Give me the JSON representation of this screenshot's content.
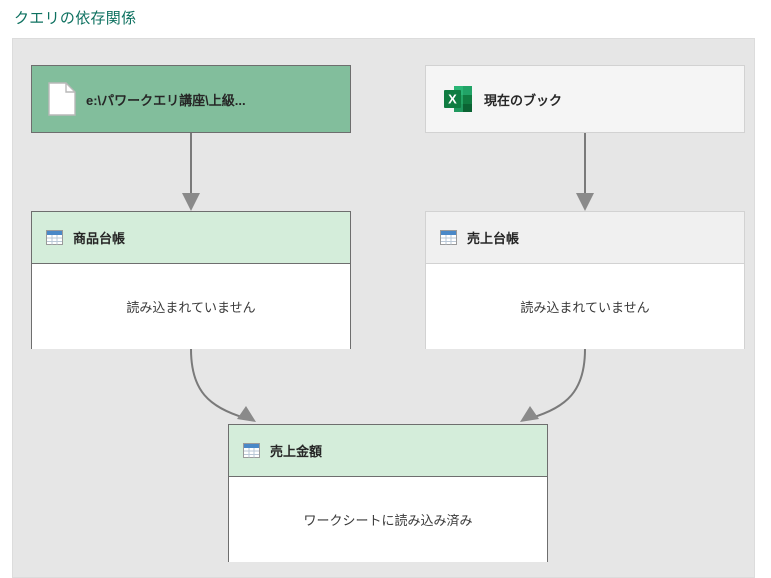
{
  "page": {
    "title": "クエリの依存関係",
    "title_color": "#0e7160",
    "canvas_color": "#e6e6e6"
  },
  "diagram": {
    "type": "query-dependency-graph",
    "nodes": [
      {
        "id": "file-source",
        "kind": "file-source",
        "icon": "file-page-icon",
        "label": "e:\\パワークエリ講座\\上級...",
        "status": "",
        "selected": true,
        "header_color": "#82be9c",
        "border_color": "#6e6e6e"
      },
      {
        "id": "current-workbook",
        "kind": "workbook-source",
        "icon": "excel-icon",
        "label": "現在のブック",
        "status": "",
        "selected": false,
        "header_color": "#f5f5f5",
        "border_color": "#d2d2d2"
      },
      {
        "id": "query-shohin-daicho",
        "kind": "query",
        "icon": "table-icon",
        "label": "商品台帳",
        "status": "読み込まれていません",
        "selected": true,
        "header_color": "#d4edda",
        "border_color": "#6e6e6e"
      },
      {
        "id": "query-uriage-daicho",
        "kind": "query",
        "icon": "table-icon",
        "label": "売上台帳",
        "status": "読み込まれていません",
        "selected": false,
        "header_color": "#f0f0f0",
        "border_color": "#d2d2d2"
      },
      {
        "id": "query-uriage-kingaku",
        "kind": "query",
        "icon": "table-icon",
        "label": "売上金額",
        "status": "ワークシートに読み込み済み",
        "selected": true,
        "header_color": "#d4edda",
        "border_color": "#6e6e6e"
      }
    ],
    "edges": [
      {
        "from": "file-source",
        "to": "query-shohin-daicho",
        "style": "straight"
      },
      {
        "from": "current-workbook",
        "to": "query-uriage-daicho",
        "style": "straight"
      },
      {
        "from": "query-shohin-daicho",
        "to": "query-uriage-kingaku",
        "style": "curved"
      },
      {
        "from": "query-uriage-daicho",
        "to": "query-uriage-kingaku",
        "style": "curved"
      }
    ],
    "edge_color": "#7a7a7a"
  }
}
